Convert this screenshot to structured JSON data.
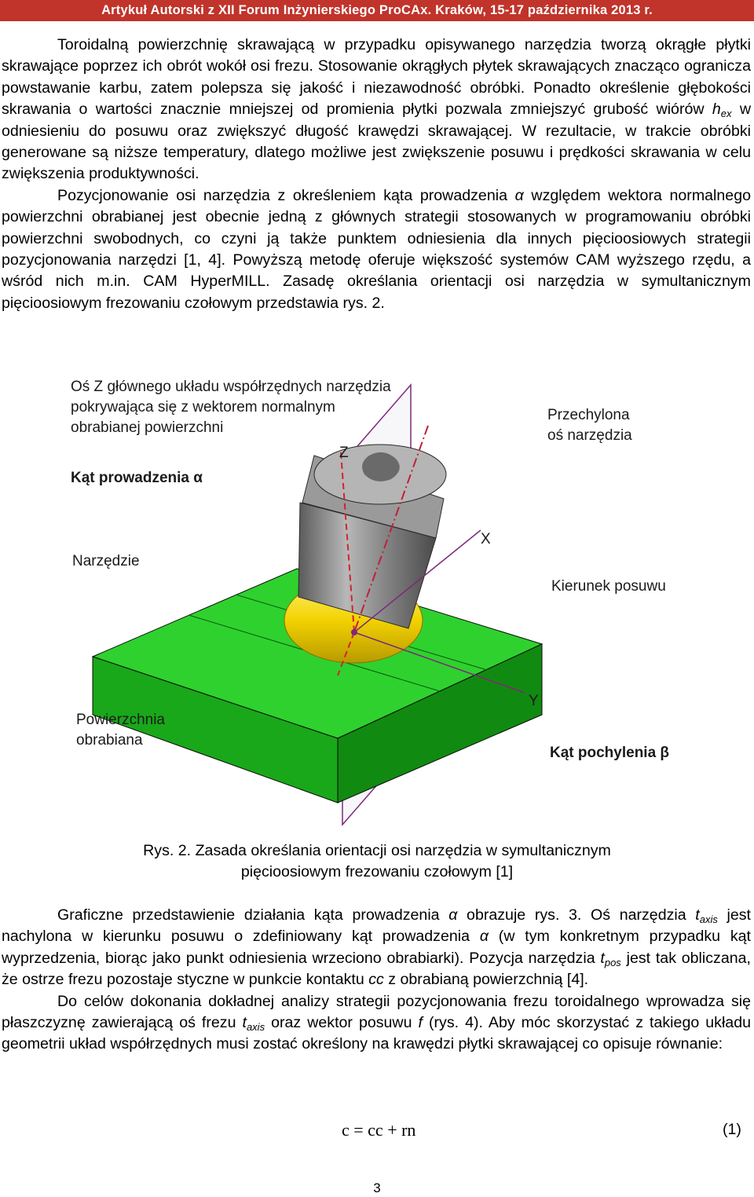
{
  "header": {
    "text": "Artykuł Autorski z XII Forum Inżynierskiego ProCAx. Kraków, 15-17 października 2013 r."
  },
  "para1": {
    "a": "Toroidalną powierzchnię skrawającą w przypadku opisywanego narzędzia tworzą okrągłe płytki skrawające poprzez ich obrót wokół osi frezu. Stosowanie okrągłych płytek skrawających znacząco ogranicza powstawanie karbu, zatem polepsza się jakość i niezawodność obróbki. Ponadto określenie głębokości skrawania o wartości znacznie mniejszej od promienia płytki pozwala zmniejszyć grubość wiórów ",
    "h": "h",
    "h_sub": "ex",
    "b": " w odniesieniu do posuwu oraz zwiększyć długość krawędzi skrawającej. W rezultacie, w trakcie obróbki generowane są niższe temperatury, dlatego możliwe jest zwiększenie posuwu i prędkości skrawania w celu zwiększenia produktywności."
  },
  "para2": {
    "a": "Pozycjonowanie osi narzędzia z określeniem kąta prowadzenia ",
    "alpha": "α",
    "b": " względem wektora normalnego powierzchni obrabianej jest obecnie jedną z głównych strategii stosowanych w programowaniu obróbki powierzchni swobodnych, co czyni ją także punktem odniesienia dla innych pięcioosiowych strategii pozycjonowania narzędzi [1, 4]. Powyższą metodę oferuje większość systemów CAM wyższego rzędu, a wśród nich m.in. CAM HyperMILL. Zasadę określania orientacji osi narzędzia w symultanicznym pięcioosiowym frezowaniu czołowym przedstawia rys. 2."
  },
  "figure": {
    "label_z_axis": [
      "Oś Z głównego układu współrzędnych narzędzia",
      "pokrywająca się z wektorem normalnym",
      "obrabianej powierzchni"
    ],
    "label_tilted": [
      "Przechylona",
      "oś narzędzia"
    ],
    "label_lead": "Kąt prowadzenia α",
    "label_tool": "Narzędzie",
    "label_feed": "Kierunek posuwu",
    "label_surface": [
      "Powierzchnia",
      "obrabiana"
    ],
    "label_tilt_angle": "Kąt pochylenia β",
    "axis_z": "Z",
    "axis_x": "X",
    "axis_y": "Y",
    "colors": {
      "block": "#1fb81f",
      "insert": "#f2d200",
      "tool": "#8a8a8a",
      "axis_dashed": "#d3242e",
      "axis_tilted": "#c0203a"
    }
  },
  "caption": {
    "line1": "Rys. 2. Zasada określania orientacji osi narzędzia w symultanicznym",
    "line2": "pięcioosiowym frezowaniu czołowym [1]"
  },
  "para3": {
    "a": "Graficzne przedstawienie działania kąta prowadzenia ",
    "alpha": "α",
    "b": " obrazuje rys. 3. Oś narzędzia ",
    "t1": "t",
    "t1_sub": "axis",
    "c": " jest nachylona w kierunku posuwu o zdefiniowany kąt prowadzenia ",
    "alpha2": "α",
    "d": " (w tym konkretnym przypadku kąt wyprzedzenia, biorąc jako punkt odniesienia wrzeciono obrabiarki). Pozycja narzędzia ",
    "t2": "t",
    "t2_sub": "pos",
    "e": " jest tak obliczana, że ostrze frezu pozostaje styczne w punkcie kontaktu ",
    "cc": "cc",
    "f": " z obrabianą powierzchnią [4]."
  },
  "para4": {
    "a": "Do celów dokonania dokładnej analizy strategii pozycjonowania frezu toroidalnego wprowadza się płaszczyznę zawierającą oś frezu ",
    "t": "t",
    "t_sub": "axis",
    "b": " oraz wektor posuwu ",
    "f": "f",
    "c": " (rys. 4). Aby móc skorzystać z takiego układu geometrii układ współrzędnych musi zostać określony na krawędzi płytki skrawającej co opisuje równanie:"
  },
  "equation": {
    "formula": "c = cc + rn",
    "number": "(1)"
  },
  "page_number": "3"
}
